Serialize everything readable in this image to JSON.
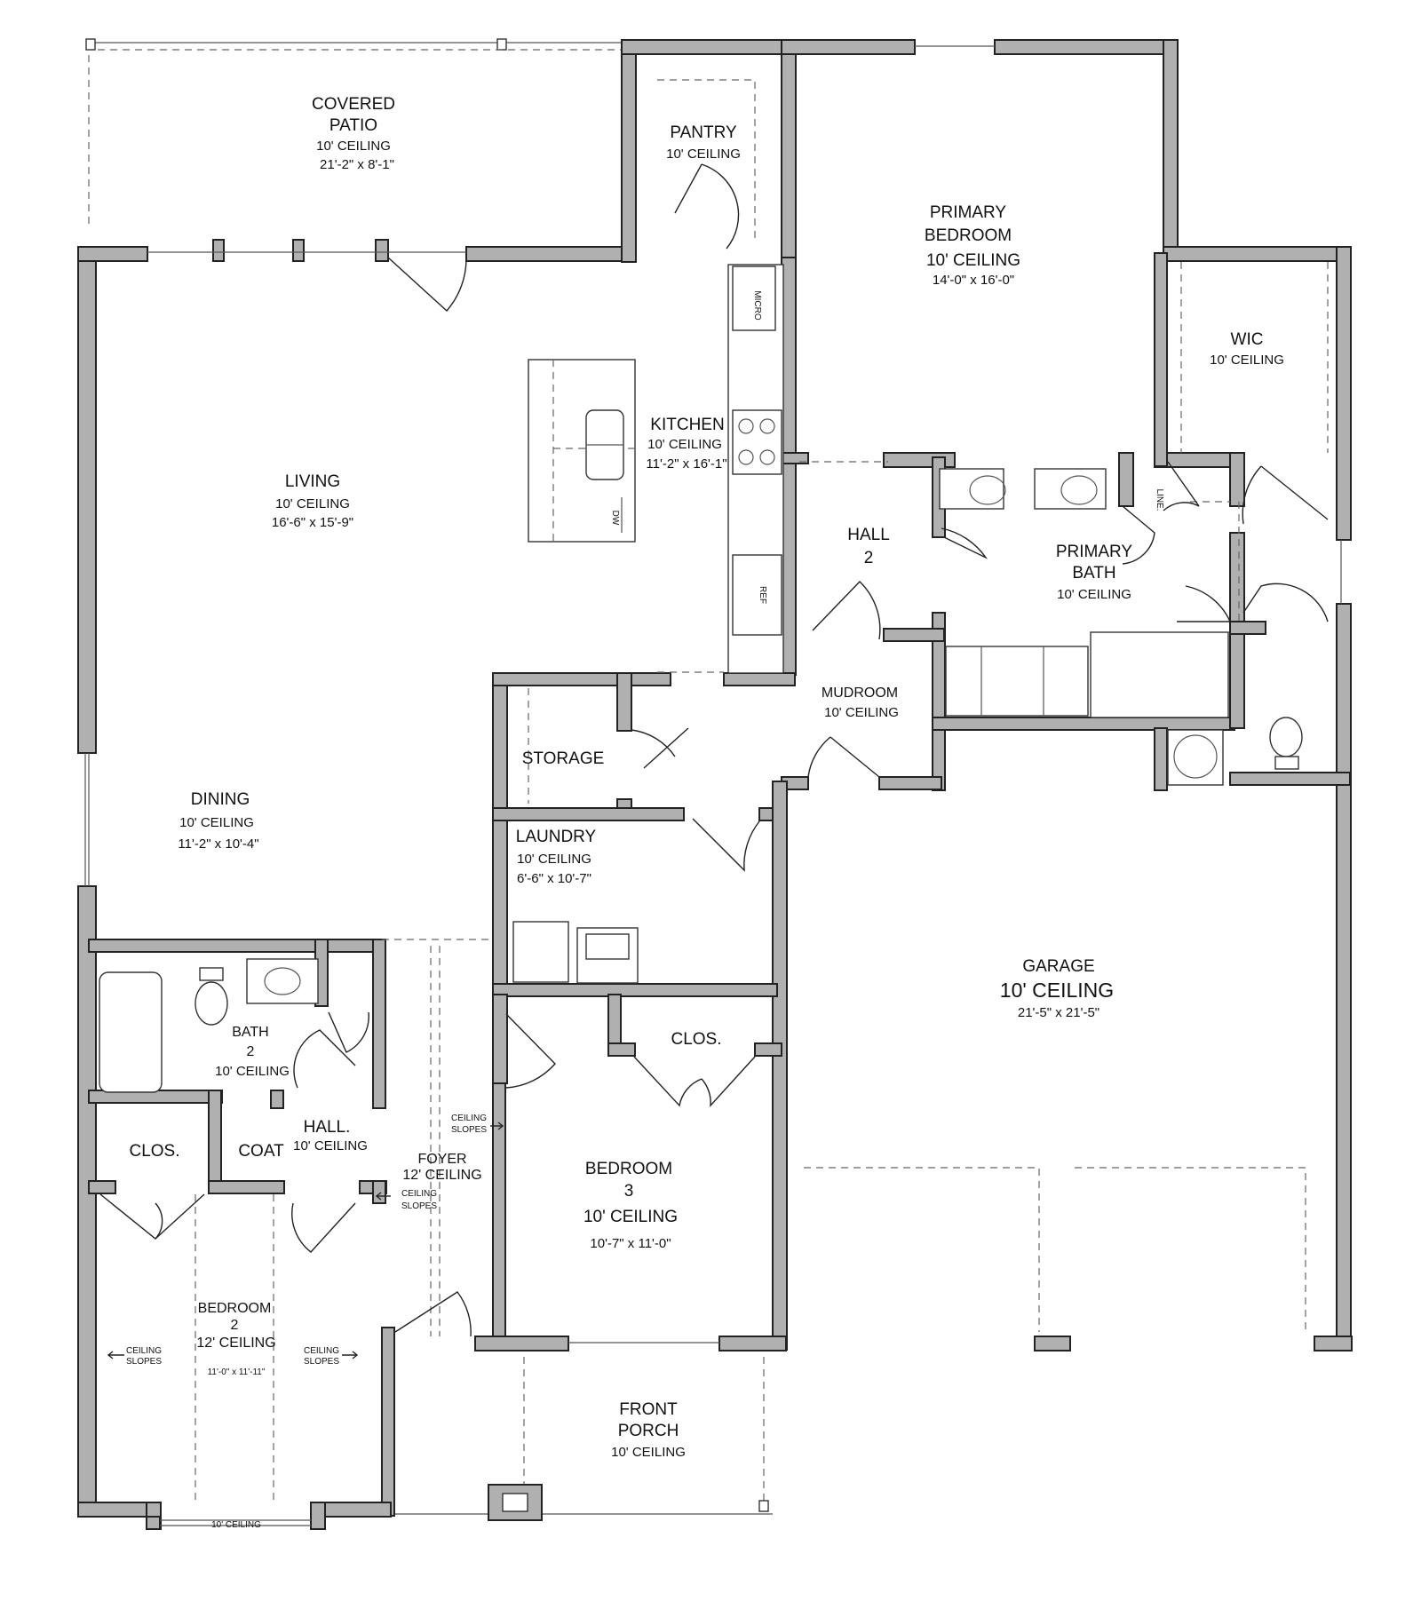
{
  "rooms": {
    "covered_patio": {
      "name1": "COVERED",
      "name2": "PATIO",
      "ceiling": "10' CEILING",
      "size": "21'-2\" x 8'-1\""
    },
    "pantry": {
      "name": "PANTRY",
      "ceiling": "10' CEILING"
    },
    "primary_bedroom": {
      "name1": "PRIMARY",
      "name2": "BEDROOM",
      "ceiling": "10' CEILING",
      "size": "14'-0\" x 16'-0\""
    },
    "wic": {
      "name": "WIC",
      "ceiling": "10' CEILING"
    },
    "kitchen": {
      "name": "KITCHEN",
      "ceiling": "10' CEILING",
      "size": "11'-2\" x 16'-1\""
    },
    "living": {
      "name": "LIVING",
      "ceiling": "10' CEILING",
      "size": "16'-6\" x 15'-9\""
    },
    "hall2": {
      "name1": "HALL",
      "name2": "2"
    },
    "primary_bath": {
      "name1": "PRIMARY",
      "name2": "BATH",
      "ceiling": "10' CEILING"
    },
    "line": {
      "name": "LINE."
    },
    "mudroom": {
      "name": "MUDROOM",
      "ceiling": "10' CEILING"
    },
    "storage": {
      "name": "STORAGE"
    },
    "dining": {
      "name": "DINING",
      "ceiling": "10' CEILING",
      "size": "11'-2\" x 10'-4\""
    },
    "laundry": {
      "name": "LAUNDRY",
      "ceiling": "10' CEILING",
      "size": "6'-6\" x 10'-7\""
    },
    "garage": {
      "name": "GARAGE",
      "ceiling": "10' CEILING",
      "size": "21'-5\" x 21'-5\""
    },
    "bath2": {
      "name1": "BATH",
      "name2": "2",
      "ceiling": "10' CEILING"
    },
    "closet_bed3": {
      "name": "CLOS."
    },
    "closet_bed2": {
      "name": "CLOS."
    },
    "coat": {
      "name": "COAT"
    },
    "hall": {
      "name": "HALL.",
      "ceiling": "10' CEILING"
    },
    "foyer": {
      "name": "FOYER",
      "ceiling": "12' CEILING"
    },
    "bedroom3": {
      "name1": "BEDROOM",
      "name2": "3",
      "ceiling": "10' CEILING",
      "size": "10'-7\" x 11'-0\""
    },
    "bedroom2": {
      "name1": "BEDROOM",
      "name2": "2",
      "ceiling": "12' CEILING",
      "size": "11'-0\" x 11'-11\""
    },
    "front_porch": {
      "name1": "FRONT",
      "name2": "PORCH",
      "ceiling": "10' CEILING"
    },
    "bay": {
      "ceiling": "10' CEILING"
    }
  },
  "appliances": {
    "micro": "MICRO",
    "dw": "DW",
    "ref": "REF"
  },
  "notes": {
    "ceiling": "CEILING",
    "slopes": "SLOPES"
  }
}
